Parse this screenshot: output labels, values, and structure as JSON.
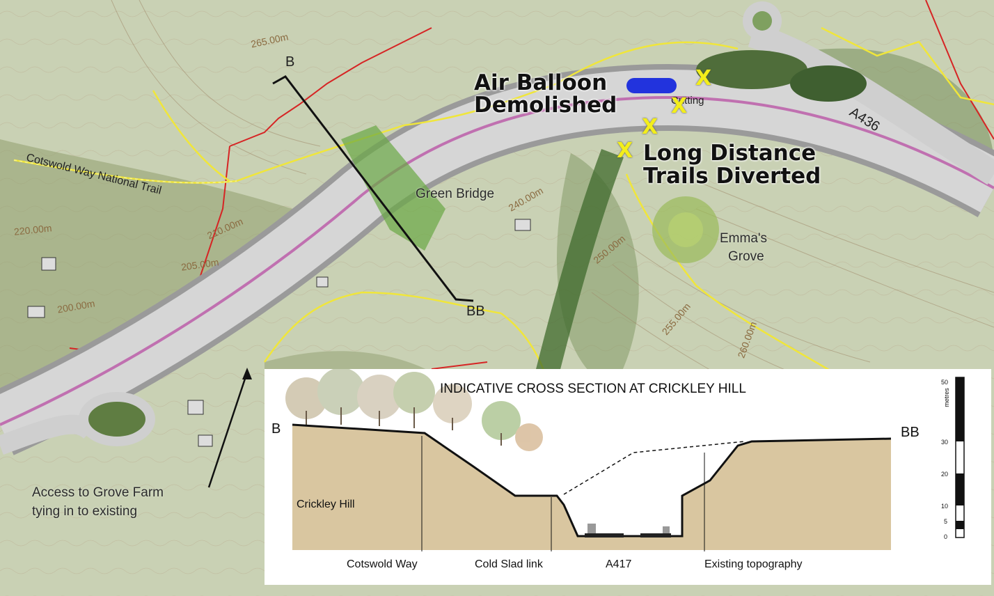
{
  "map": {
    "title_left": "Air Balloon",
    "title_left_2": "Demolished",
    "title_right": "Long Distance",
    "title_right_2": "Trails Diverted",
    "road_label": "A436",
    "cutting_label": "Cutting",
    "green_bridge_label": "Green Bridge",
    "emmas_grove_1": "Emma's",
    "emmas_grove_2": "Grove",
    "trail_label": "Cotswold Way National Trail",
    "section_start": "B",
    "section_end": "BB",
    "access_label_1": "Access to Grove Farm",
    "access_label_2": "tying in to existing",
    "markers": [
      "X",
      "X",
      "X",
      "X"
    ],
    "contours": [
      "265.00m",
      "240.00m",
      "210.00m",
      "205.00m",
      "220.00m",
      "200.00m",
      "250.00m",
      "255.00m",
      "260.00m"
    ],
    "colors": {
      "trail": "#f0e63a",
      "boundary": "#d62424",
      "road": "#d6d6d6",
      "centerline": "#c070b0",
      "marker": "#f3ee1a",
      "balloon": "#2233dd"
    }
  },
  "inset": {
    "title": "INDICATIVE CROSS SECTION AT CRICKLEY HILL",
    "left_end": "B",
    "right_end": "BB",
    "crickley_hill": "Crickley Hill",
    "cotswold_way": "Cotswold Way",
    "cold_slad": "Cold Slad link",
    "a417": "A417",
    "existing_topo": "Existing topography",
    "scale_unit": "metres",
    "scale_ticks": [
      "0",
      "5",
      "10",
      "20",
      "30",
      "50"
    ]
  }
}
